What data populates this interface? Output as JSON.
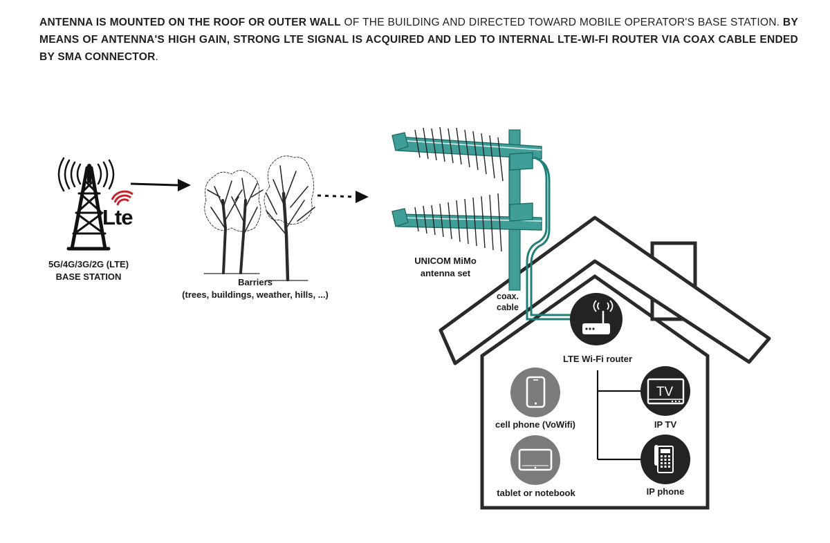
{
  "intro": {
    "s1_bold": "ANTENNA IS MOUNTED ON THE ROOF OR OUTER WALL",
    "s1_normal": " OF THE BUILDING AND DIRECTED TOWARD MOBILE OPERATOR'S BASE STATION.",
    "s2_bold": " BY MEANS OF ANTENNA'S HIGH GAIN, STRONG LTE SIGNAL IS ACQUIRED AND LED TO INTERNAL LTE-WI-FI ROUTER VIA COAX CABLE ENDED BY SMA CONNECTOR",
    "s2_end": "."
  },
  "base_station": {
    "logo_text": "Lte",
    "label_line1": "5G/4G/3G/2G (LTE)",
    "label_line2": "BASE  STATION"
  },
  "barriers": {
    "title": "Barriers",
    "subtitle": "(trees, buildings, weather, hills, ...)"
  },
  "antenna": {
    "label_line1": "UNICOM MiMo",
    "label_line2": "antenna set"
  },
  "cable": {
    "label_line1": "coax.",
    "label_line2": "cable"
  },
  "devices": {
    "router": "LTE Wi-Fi router",
    "cell_phone": "cell phone (VoWifi)",
    "tablet": "tablet or notebook",
    "ip_tv": "IP TV",
    "ip_tv_screen": "TV",
    "ip_phone": "IP phone"
  },
  "colors": {
    "teal": "#3f9e98",
    "teal_dark": "#1f6c66",
    "cable": "#1e7f78",
    "dark_circle": "#232323",
    "grey_circle": "#7b7b7b",
    "lte_red": "#c8202a"
  }
}
